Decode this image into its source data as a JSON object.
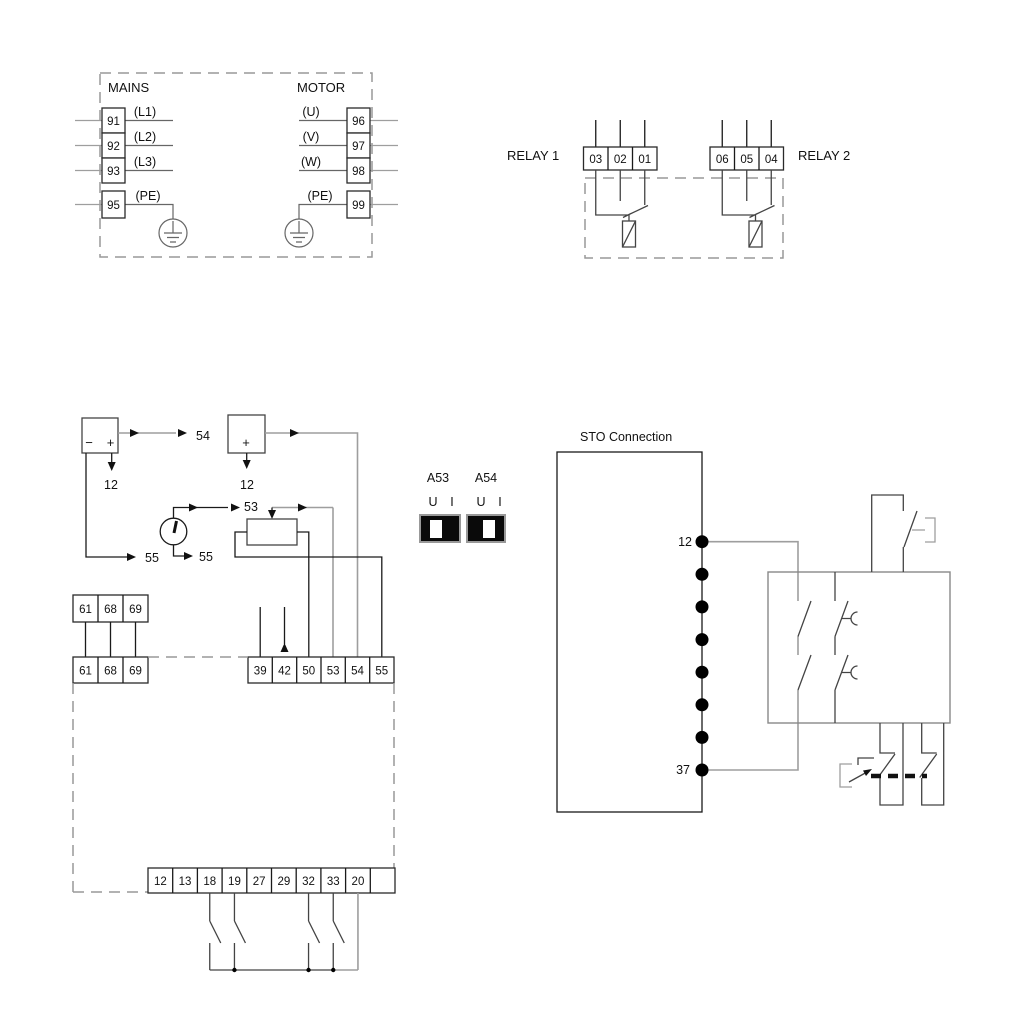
{
  "mains_motor": {
    "mains_label": "MAINS",
    "motor_label": "MOTOR",
    "mains_terminals": [
      {
        "id": "91",
        "wire": "(L1)"
      },
      {
        "id": "92",
        "wire": "(L2)"
      },
      {
        "id": "93",
        "wire": "(L3)"
      },
      {
        "id": "95",
        "wire": "(PE)"
      }
    ],
    "motor_terminals": [
      {
        "id": "96",
        "wire": "(U)"
      },
      {
        "id": "97",
        "wire": "(V)"
      },
      {
        "id": "98",
        "wire": "(W)"
      },
      {
        "id": "99",
        "wire": "(PE)"
      }
    ]
  },
  "relays": {
    "relay1_label": "RELAY 1",
    "relay2_label": "RELAY 2",
    "relay1_terminals": [
      "03",
      "02",
      "01"
    ],
    "relay2_terminals": [
      "06",
      "05",
      "04"
    ]
  },
  "control": {
    "supply1": {
      "minus_sign": "−",
      "plus_sign": "+",
      "output_label": "54",
      "down_label": "12",
      "return_label": "55"
    },
    "supply2": {
      "plus_sign": "+",
      "down_label": "12"
    },
    "current_source": {
      "output_label": "53",
      "return_label": "55"
    },
    "aux_terminals_upper": [
      "61",
      "68",
      "69"
    ],
    "aux_terminals_lower": [
      "61",
      "68",
      "69"
    ],
    "analog_terminals": [
      "39",
      "42",
      "50",
      "53",
      "54",
      "55"
    ],
    "digital_terminals": [
      "12",
      "13",
      "18",
      "19",
      "27",
      "29",
      "32",
      "33",
      "20",
      ""
    ]
  },
  "dip_switches": {
    "a53_label": "A53",
    "a54_label": "A54",
    "u_label": "U",
    "i_label": "I"
  },
  "sto": {
    "title": "STO Connection",
    "terminal_top": "12",
    "terminal_bottom": "37"
  }
}
